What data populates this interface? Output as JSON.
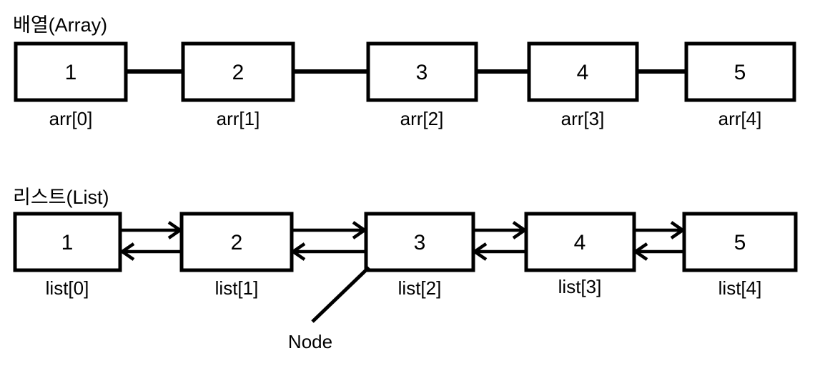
{
  "colors": {
    "ink": "#000000",
    "background": "#ffffff"
  },
  "array_section": {
    "title": "배열(Array)",
    "nodes": [
      {
        "value": "1",
        "label": "arr[0]"
      },
      {
        "value": "2",
        "label": "arr[1]"
      },
      {
        "value": "3",
        "label": "arr[2]"
      },
      {
        "value": "4",
        "label": "arr[3]"
      },
      {
        "value": "5",
        "label": "arr[4]"
      }
    ]
  },
  "list_section": {
    "title": "리스트(List)",
    "nodes": [
      {
        "value": "1",
        "label": "list[0]"
      },
      {
        "value": "2",
        "label": "list[1]"
      },
      {
        "value": "3",
        "label": "list[2]"
      },
      {
        "value": "4",
        "label": "list[3]"
      },
      {
        "value": "5",
        "label": "list[4]"
      }
    ],
    "annotation_label": "Node"
  }
}
